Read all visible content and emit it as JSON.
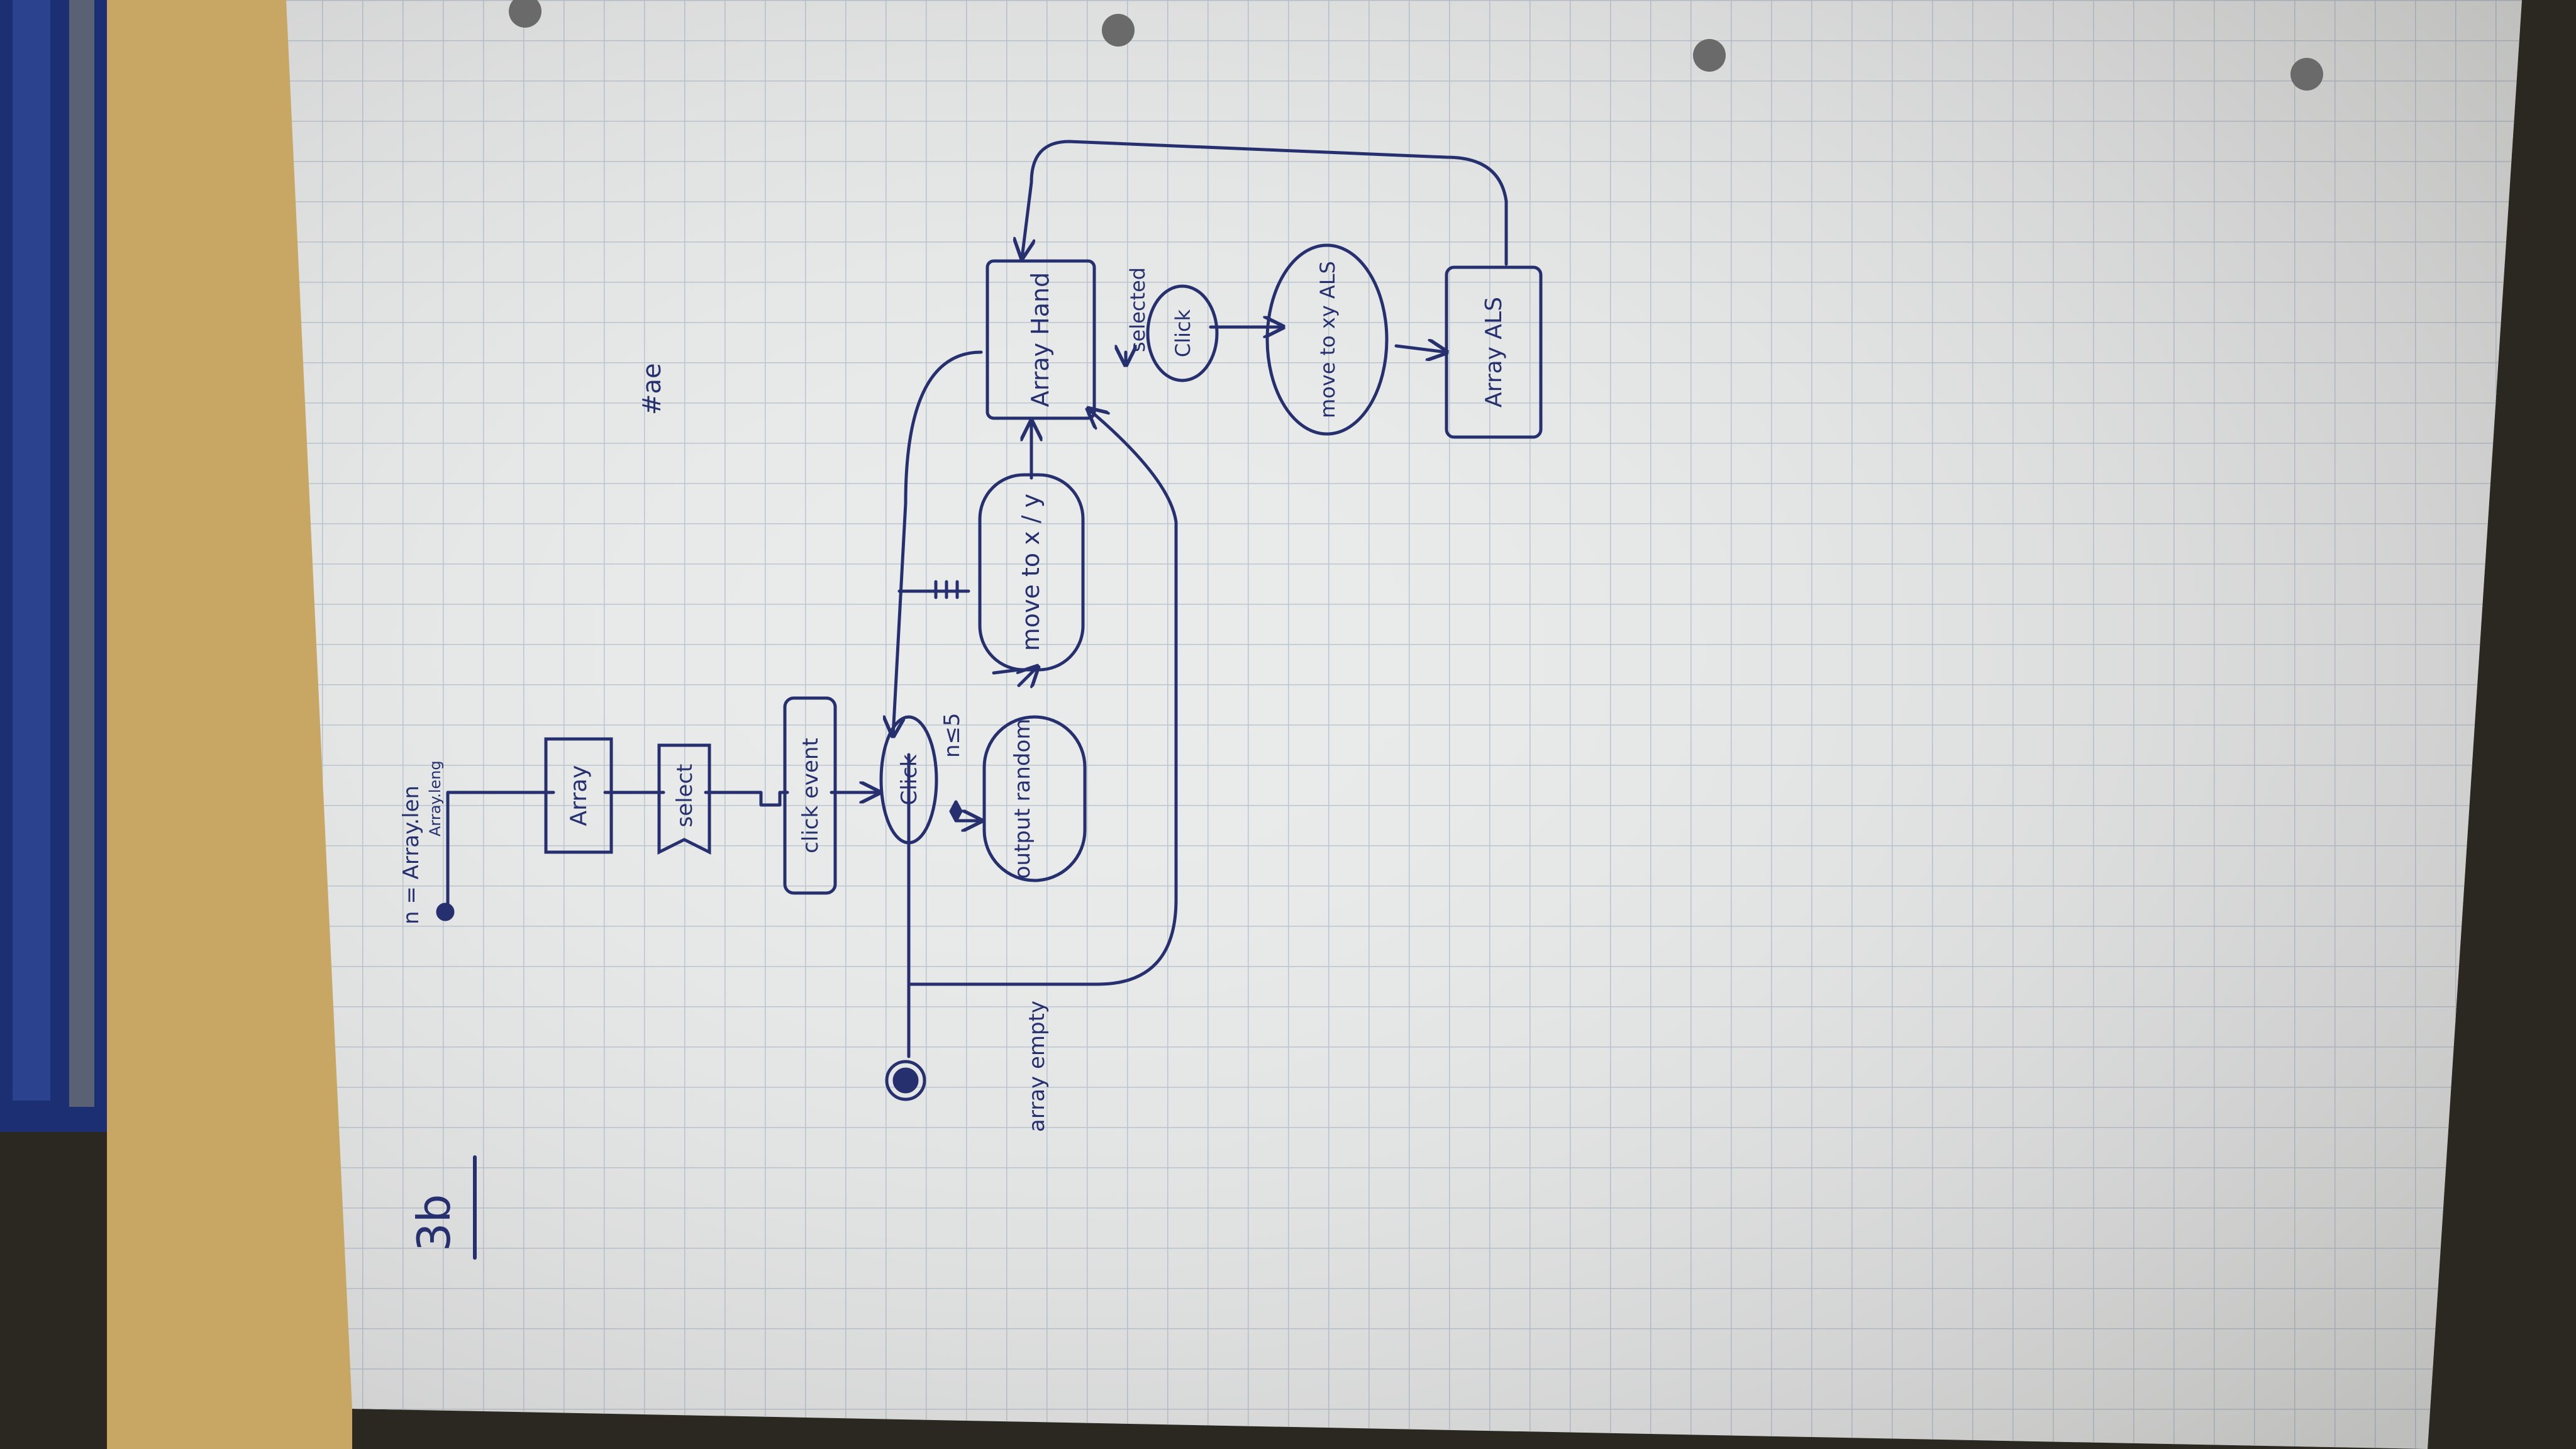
{
  "photo": {
    "subject": "hand-drawn-activity-diagram-on-graph-paper",
    "colors": {
      "ink": "#27306e",
      "paper": "#e9ebeb",
      "grid": "#b9c3cd",
      "desk": "#c8a663",
      "folder": "#1d2f73"
    }
  },
  "notes": {
    "page_label": "3b",
    "variable_note": "n = Array.len",
    "variable_note_sub": "Array.leng",
    "stray_mark": "#ae",
    "end_condition": "array empty",
    "guard": "n≤5",
    "selected_label": "selected"
  },
  "nodes": {
    "array": "Array",
    "select": "select",
    "click_event": "click event",
    "click": "Click",
    "output_random": "output random",
    "move_xy": "move to x / y",
    "array_hand": "Array Hand",
    "click2": "Click",
    "move_als": "move to xy ALS",
    "array_als": "Array ALS"
  }
}
